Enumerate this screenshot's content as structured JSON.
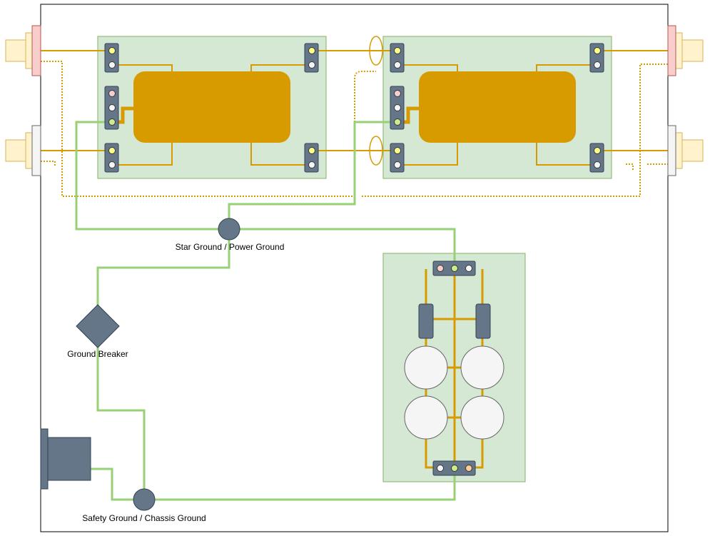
{
  "labels": {
    "star_ground": "Star Ground / Power Ground",
    "ground_breaker": "Ground Breaker",
    "safety_ground": "Safety Ground / Chassis Ground"
  },
  "colors": {
    "board_fill": "#d5e8d4",
    "board_stroke": "#82b366",
    "component": "#d79b00",
    "terminal_block": "#647687",
    "ground_wire": "#97d077",
    "pin_signal": "#ffff88",
    "pin_hot": "#f8cecc",
    "pin_orange": "#ffcc99",
    "jack_fill": "#fff2cc",
    "jack_stroke": "#d6b656",
    "capacitor_fill": "#f5f5f5"
  }
}
